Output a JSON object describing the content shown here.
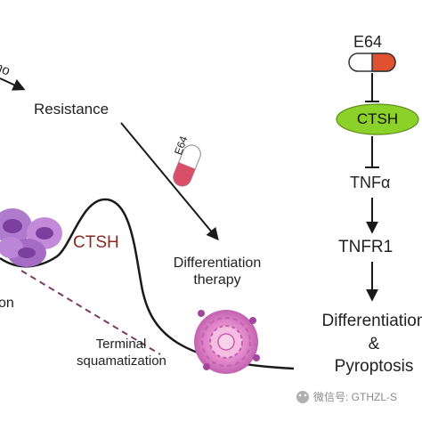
{
  "labels": {
    "chemo": "mo",
    "resistance": "Resistance",
    "ctsh_left": "CTSH",
    "differentiation_therapy": "Differentiation therapy",
    "ion_fragment": "on",
    "terminal_squamatization": "Terminal squamatization",
    "e64_pill": "E64"
  },
  "pathway": {
    "inhibitor": "E64",
    "target": "CTSH",
    "step1": "TNFα",
    "step2": "TNFR1",
    "outcome": "Differentiation & Pyroptosis"
  },
  "watermark": "微信号: GTHZL-S",
  "colors": {
    "ctsh_ellipse": "#8cd12a",
    "pill_red": "#e0522f",
    "curve": "#1a1a1a",
    "dashed_line": "#7a3d5f",
    "cells": "#b07bcf"
  }
}
